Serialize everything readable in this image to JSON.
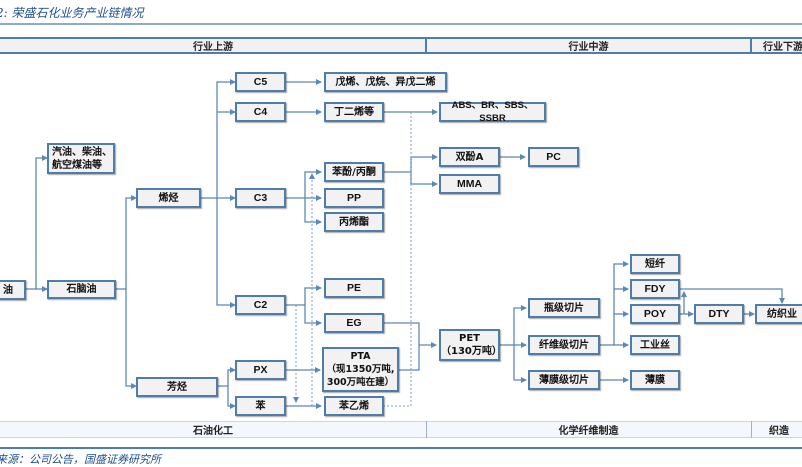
{
  "caption": "2: 荣盛石化业务产业链情况",
  "top_bands": [
    {
      "key": "upstream",
      "label": "行业上游"
    },
    {
      "key": "midstream",
      "label": "行业中游"
    },
    {
      "key": "downstream",
      "label": "行业下游"
    }
  ],
  "bottom_bands": [
    {
      "key": "petrochem",
      "label": "石油化工"
    },
    {
      "key": "fiber",
      "label": "化学纤维制造"
    },
    {
      "key": "weaving",
      "label": "织造"
    }
  ],
  "nodes": {
    "crude": "油",
    "fuels": "汽油、柴油、\n航空煤油等",
    "naphtha": "石脑油",
    "olefins": "烯烃",
    "aromatics": "芳烃",
    "c5": "C5",
    "c4": "C4",
    "c3": "C3",
    "c2": "C2",
    "px": "PX",
    "benzene": "苯",
    "c5_products": "戊烯、戊烷、异戊二烯",
    "butadiene": "丁二烯等",
    "abs": "ABS、BR、SBS、SSBR",
    "phenol_acetone": "苯酚/丙酮",
    "pp": "PP",
    "acrylate": "丙烯酯",
    "bpa": "双酚A",
    "pc": "PC",
    "mma": "MMA",
    "pe": "PE",
    "eg": "EG",
    "pta": "PTA\n（现1350万吨,\n300万吨在建）",
    "styrene": "苯乙烯",
    "pet": "PET\n（130万吨）",
    "bottle_chip": "瓶级切片",
    "fiber_chip": "纤维级切片",
    "film_chip": "薄膜级切片",
    "staple": "短纤",
    "fdy": "FDY",
    "poy": "POY",
    "industrial_yarn": "工业丝",
    "film": "薄膜",
    "dty": "DTY",
    "textile": "纺织业"
  },
  "source": "来源：公司公告，国盛证券研究所",
  "colors": {
    "border": "#4f7dab",
    "box_fill": "#f2f2f2",
    "link": "#5b88b8",
    "caption": "#1f4e8c"
  }
}
